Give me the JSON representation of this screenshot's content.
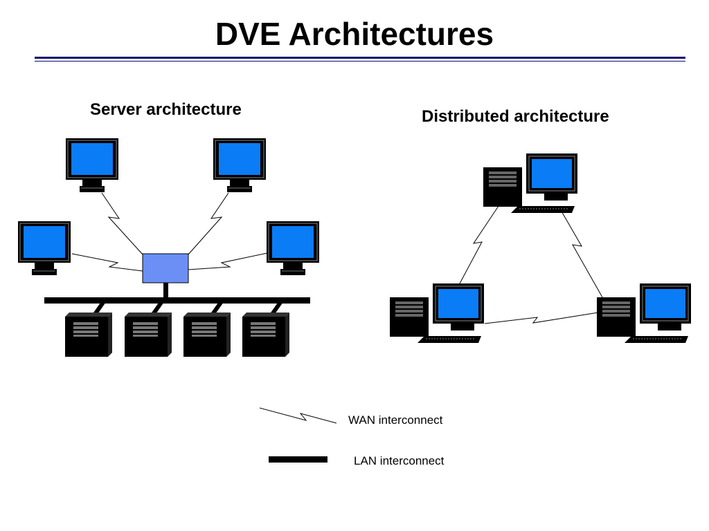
{
  "title": "DVE Architectures",
  "server_architecture": {
    "label": "Server architecture"
  },
  "distributed_architecture": {
    "label": "Distributed architecture"
  },
  "legend": {
    "wan": "WAN interconnect",
    "lan": "LAN interconnect"
  },
  "colors": {
    "screen": "#0a7cf5",
    "hub": "#6b8ff5",
    "title_rule": "#0b0b6e"
  }
}
